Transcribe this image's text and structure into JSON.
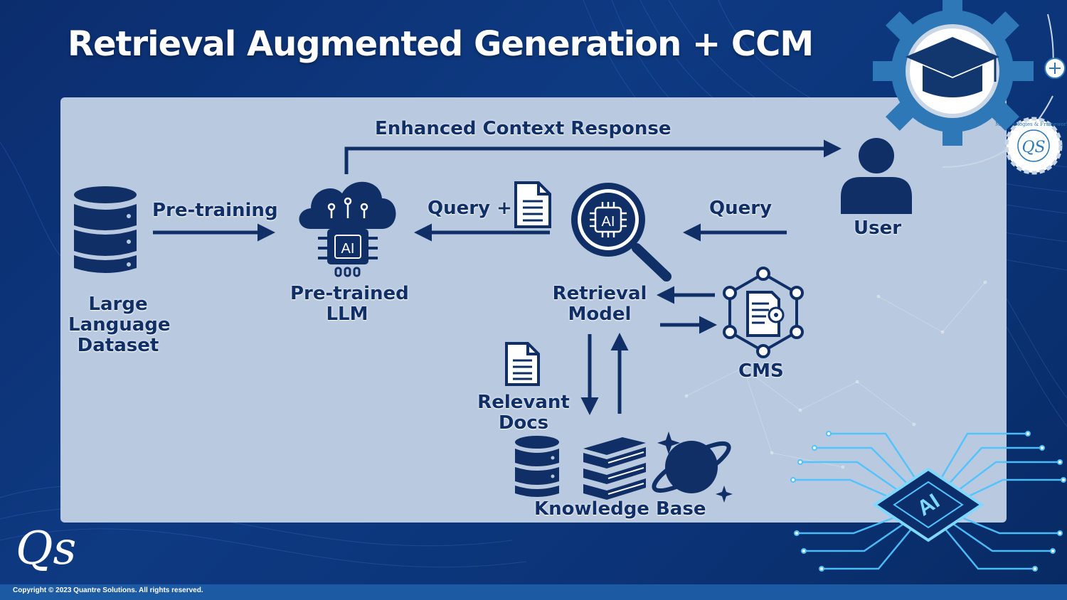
{
  "title": "Retrieval Augmented Generation + CCM",
  "labels": {
    "enhanced": "Enhanced Context  Response",
    "pretraining": "Pre-training",
    "query_plus": "Query +",
    "query": "Query",
    "user": "User",
    "dataset": [
      "Large",
      "Language",
      "Dataset"
    ],
    "llm": [
      "Pre-trained",
      "LLM"
    ],
    "retrieval": [
      "Retrieval",
      "Model"
    ],
    "cms": "CMS",
    "relevant": [
      "Relevant",
      "Docs"
    ],
    "kb": "Knowledge Base"
  },
  "icon_text": {
    "chip_ai": "AI",
    "magnifier_ai": "AI",
    "circuit_ai": "AI",
    "badge_qs": "QS",
    "badge_ring": "Methodologies & Frameworks"
  },
  "footer": {
    "copyright": "Copyright © 2023 Quantre Solutions. All rights reserved.",
    "logo": "Qs"
  },
  "colors": {
    "primary": "#0f2f66",
    "panel": "#b9c9df",
    "background": "#0b2d6e",
    "gear": "#2e78b8",
    "circuit_glow": "#4fc3ff"
  }
}
